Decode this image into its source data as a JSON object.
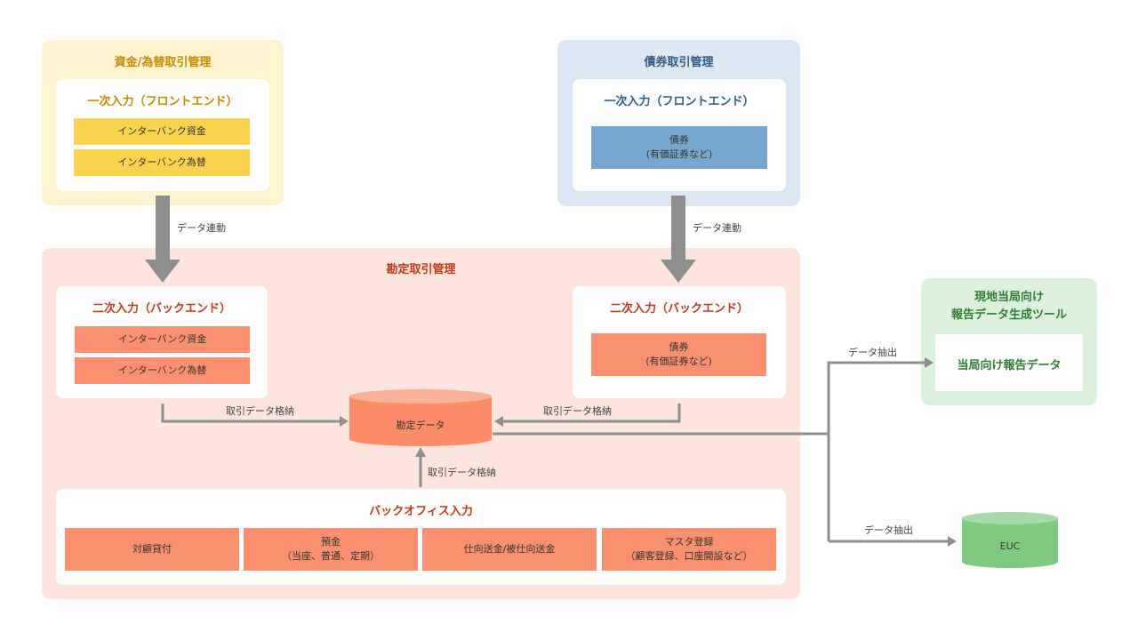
{
  "fx_money": {
    "title": "資金/為替取引管理",
    "front_title": "一次入力（フロントエンド）",
    "items": [
      "インターバンク資金",
      "インターバンク為替"
    ]
  },
  "bond": {
    "title": "債券取引管理",
    "front_title": "一次入力（フロントエンド）",
    "item": "債券\n(有価証券など)"
  },
  "accounting": {
    "title": "勘定取引管理",
    "back_left_title": "二次入力（バックエンド）",
    "back_left_items": [
      "インターバンク資金",
      "インターバンク為替"
    ],
    "back_right_title": "二次入力（バックエンド）",
    "back_right_item": "債券\n(有価証券など)",
    "db_label": "勘定データ",
    "backoffice": {
      "title": "バックオフィス入力",
      "items": [
        "対顧貸付",
        "預金\n（当座、普通、定期）",
        "仕向送金/被仕向送金",
        "マスタ登録\n（顧客登録、口座開設など）"
      ]
    }
  },
  "report_tool": {
    "title": "現地当局向け\n報告データ生成ツール",
    "item": "当局向け報告データ"
  },
  "euc_label": "EUC",
  "flow_labels": {
    "data_link_left": "データ連動",
    "data_link_right": "データ連動",
    "store_left": "取引データ格納",
    "store_right": "取引データ格納",
    "store_bottom": "取引データ格納",
    "extract_report": "データ抽出",
    "extract_euc": "データ抽出"
  },
  "colors": {
    "fx_panel": "#fff3d0",
    "fx_title": "#c58a00",
    "fx_item": "#f9d24e",
    "bond_panel": "#dbe7f2",
    "bond_title": "#2d5a86",
    "bond_item": "#77a6cf",
    "acct_panel": "#fde5dd",
    "acct_title": "#c0391b",
    "acct_item": "#fb9070",
    "report_panel": "#dcf1dc",
    "report_title": "#2e7d32",
    "db": "#fa8d68",
    "euc": "#7ec880",
    "arrow": "#8e8e8e"
  }
}
